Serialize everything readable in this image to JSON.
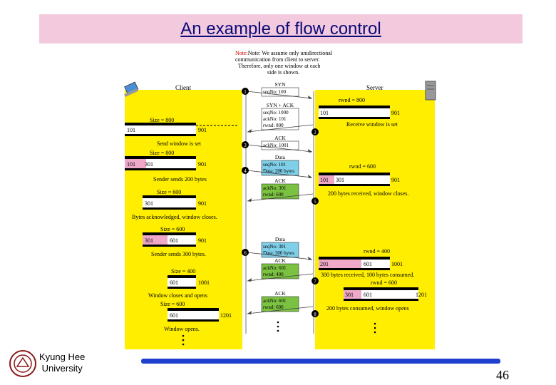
{
  "title": "An example of flow control",
  "note": [
    "Note: We assume only unidirectional",
    "communication from client to server.",
    "Therefore, only one window at each",
    "side is shown."
  ],
  "client_label": "Client",
  "server_label": "Server",
  "client": {
    "size1": "Size = 800",
    "win1_left": "101",
    "win1_right": "901",
    "send_set": "Send window is set",
    "size2": "Size = 800",
    "win2_a": "101",
    "win2_b": "301",
    "win2_right": "901",
    "sender200": "Sender sends 200 bytes",
    "size3": "Size = 600",
    "win3_left": "301",
    "win3_right": "901",
    "ack_close": "Bytes acknowledged, window closes.",
    "size4": "Size = 600",
    "win4_a": "301",
    "win4_b": "601",
    "win4_right": "901",
    "sender300": "Sender sends 300 bytes.",
    "size5": "Size = 400",
    "win5_left": "601",
    "win5_right": "1001",
    "close_open": "Window closes and opens",
    "size6": "Size = 600",
    "win6_left": "601",
    "win6_right": "1201",
    "opens": "Window opens."
  },
  "server": {
    "rwnd1": "rwnd = 800",
    "win1_left": "101",
    "win1_right": "901",
    "recv_set": "Receive window is set",
    "rwnd2": "rwnd = 600",
    "win2_a": "101",
    "win2_b": "301",
    "win2_right": "901",
    "recv200": "200 bytes received, window closes.",
    "rwnd3": "rwnd = 400",
    "win3_a": "201",
    "win3_b": "601",
    "win3_right": "1001",
    "recv300": "300 bytes received, 100 bytes consumed.",
    "rwnd4": "rwnd = 600",
    "win4_a": "301",
    "win4_b": "601",
    "win4_right": "1201",
    "consumed": "200 bytes consumed, window opens"
  },
  "segments": [
    {
      "num": "1",
      "head": "SYN",
      "lines": [
        "seqNo: 100"
      ]
    },
    {
      "num": "2",
      "head": "SYN + ACK",
      "lines": [
        "seqNo: 1000",
        "ackNo: 101",
        "rwnd: 800"
      ]
    },
    {
      "num": "3",
      "head": "ACK",
      "lines": [
        "ackNo: 1001"
      ]
    },
    {
      "num": "4",
      "head": "Data",
      "lines": [
        "seqNo: 101",
        "Data: 200 bytes"
      ]
    },
    {
      "num": "5",
      "head": "ACK",
      "lines": [
        "ackNo: 301",
        "rwnd: 600"
      ]
    },
    {
      "num": "6",
      "head": "Data",
      "lines": [
        "seqNo: 301",
        "Data: 300 bytes"
      ]
    },
    {
      "num": "7",
      "head": "ACK",
      "lines": [
        "ackNo: 601",
        "rwnd: 400"
      ]
    },
    {
      "num": "8",
      "head": "ACK",
      "lines": [
        "ackNo: 601",
        "rwnd: 600"
      ]
    }
  ],
  "colors": {
    "title_bg": "#f2c9dd",
    "panel": "#ffee00",
    "data_box": "#7fcfe8",
    "ack_box": "#7cc242",
    "title_text": "#0a0a7a",
    "accent_line": "#1f3fcf"
  },
  "footer": {
    "university_line1": "Kyung Hee",
    "university_line2": "University",
    "page_number": "46"
  }
}
